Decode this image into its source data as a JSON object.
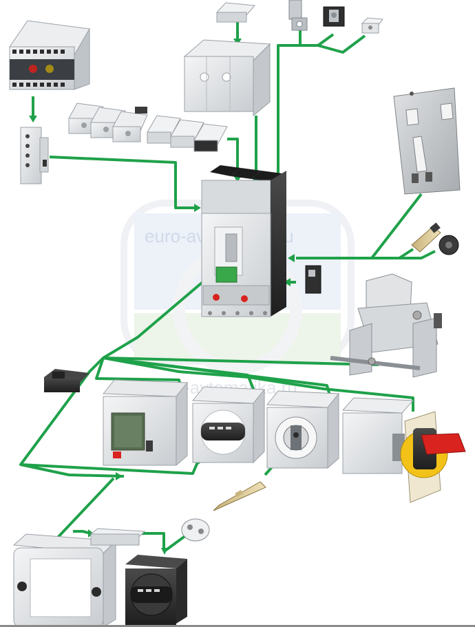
{
  "watermark": {
    "text_top": "euro-avtomatika.ru",
    "text_mid": "euro-avtomatika.ru"
  },
  "colors": {
    "connector": "#1fa14a",
    "device_body": "#e4e6e8",
    "device_dark": "#3a3a3a",
    "handle_green": "#39a84a",
    "rotary_red": "#d8231f",
    "rotary_yellow": "#f2c218"
  },
  "components": [
    "shunt-trip-relay-module",
    "auxiliary-switch-module",
    "terminal-cover-blocks",
    "phase-barriers",
    "terminal-shroud",
    "cable-lugs",
    "mounting-plate",
    "circuit-breaker",
    "extension-shaft",
    "lockout-device",
    "motor-operator",
    "front-rotary-handle",
    "door-rotary-handle",
    "side-rotary-handle",
    "door-frame-cover",
    "door-handle-assembly"
  ]
}
